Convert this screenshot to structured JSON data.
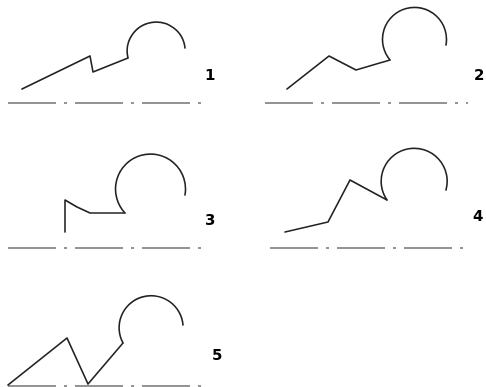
{
  "figures": [
    {
      "label": "1"
    },
    {
      "label": "2"
    },
    {
      "label": "3"
    },
    {
      "label": "4"
    },
    {
      "label": "5"
    }
  ]
}
